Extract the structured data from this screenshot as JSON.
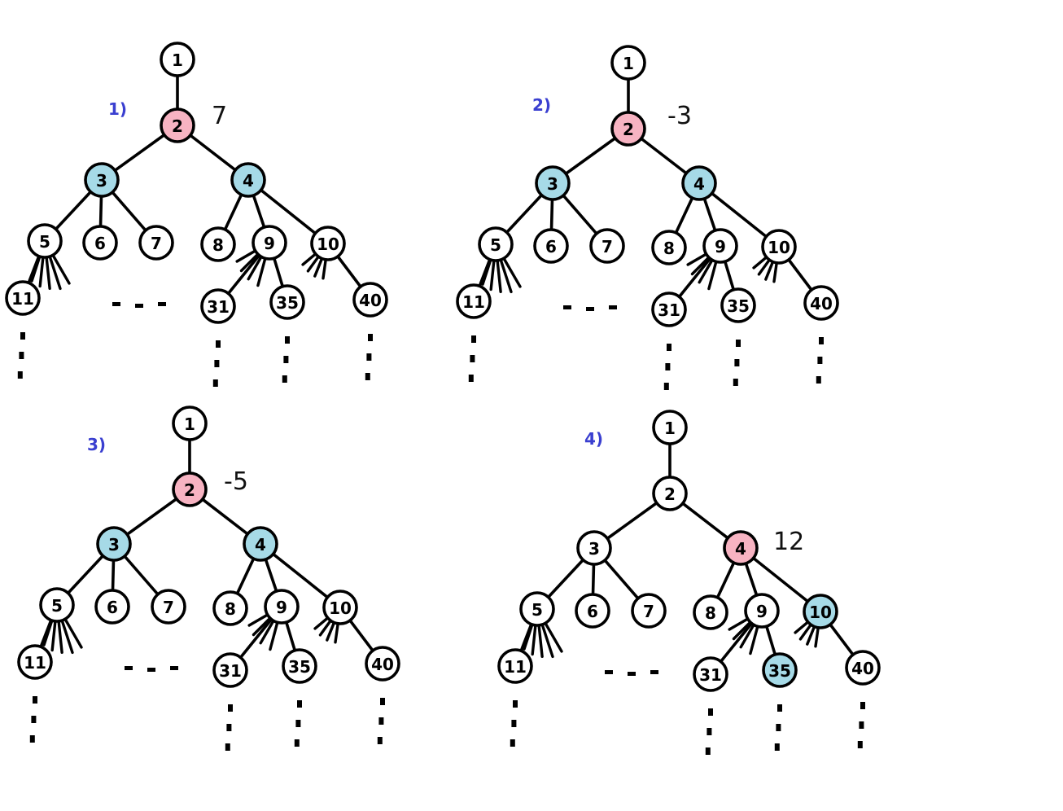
{
  "colors": {
    "plain": "#ffffff",
    "current": "#f7b3c2",
    "highlight": "#a6dae7",
    "edge": "#000000",
    "panel_label": "#3a3fd0"
  },
  "panels": [
    {
      "label": "1)",
      "value_text": "7",
      "value_node": "2",
      "node_colors": {
        "2": "current",
        "3": "highlight",
        "4": "highlight"
      }
    },
    {
      "label": "2)",
      "value_text": "-3",
      "value_node": "2",
      "node_colors": {
        "2": "current",
        "3": "highlight",
        "4": "highlight"
      }
    },
    {
      "label": "3)",
      "value_text": "-5",
      "value_node": "2",
      "node_colors": {
        "2": "current",
        "3": "highlight",
        "4": "highlight"
      }
    },
    {
      "label": "4)",
      "value_text": "12",
      "value_node": "4",
      "node_colors": {
        "4": "current",
        "10": "highlight",
        "35": "highlight"
      }
    }
  ],
  "tree": {
    "nodes": [
      "1",
      "2",
      "3",
      "4",
      "5",
      "6",
      "7",
      "8",
      "9",
      "10",
      "11",
      "31",
      "35",
      "40"
    ],
    "edges": [
      [
        "1",
        "2"
      ],
      [
        "2",
        "3"
      ],
      [
        "2",
        "4"
      ],
      [
        "3",
        "5"
      ],
      [
        "3",
        "6"
      ],
      [
        "3",
        "7"
      ],
      [
        "4",
        "8"
      ],
      [
        "4",
        "9"
      ],
      [
        "4",
        "10"
      ],
      [
        "5",
        "11"
      ],
      [
        "9",
        "31"
      ],
      [
        "9",
        "35"
      ],
      [
        "10",
        "40"
      ]
    ],
    "continuation": "..."
  }
}
